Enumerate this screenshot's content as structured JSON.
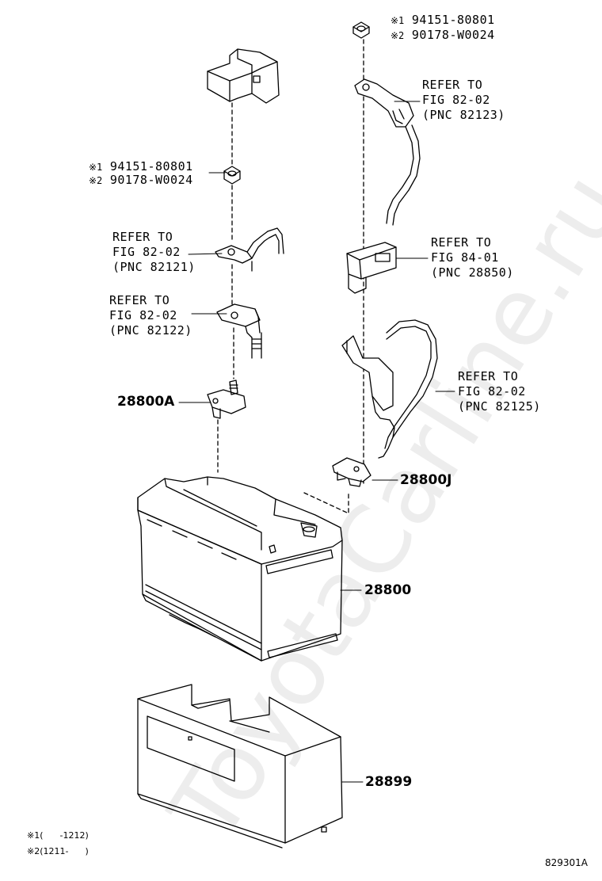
{
  "callouts": {
    "nut_top_right": {
      "mark1": "※1",
      "part1": "94151-80801",
      "mark2": "※2",
      "part2": "90178-W0024"
    },
    "nut_left": {
      "mark1": "※1",
      "part1": "94151-80801",
      "mark2": "※2",
      "part2": "90178-W0024"
    },
    "ref_82123": {
      "line1": "REFER TO",
      "line2": "FIG 82-02",
      "line3": "(PNC 82123)"
    },
    "ref_82121": {
      "line1": "REFER TO",
      "line2": "FIG 82-02",
      "line3": "(PNC 82121)"
    },
    "ref_28850": {
      "line1": "REFER TO",
      "line2": "FIG 84-01",
      "line3": "(PNC 28850)"
    },
    "ref_82122": {
      "line1": "REFER TO",
      "line2": "FIG 82-02",
      "line3": "(PNC 82122)"
    },
    "ref_82125": {
      "line1": "REFER TO",
      "line2": "FIG 82-02",
      "line3": "(PNC 82125)"
    }
  },
  "parts": {
    "p28800A": "28800A",
    "p28800J": "28800J",
    "p28800": "28800",
    "p28899": "28899"
  },
  "footnotes": {
    "note1": "※1(      -1212)",
    "note2": "※2(1211-      )"
  },
  "figure_code": "829301A",
  "watermark": "ToyotaCarline.ru",
  "colors": {
    "line": "#000000",
    "background": "#ffffff"
  }
}
